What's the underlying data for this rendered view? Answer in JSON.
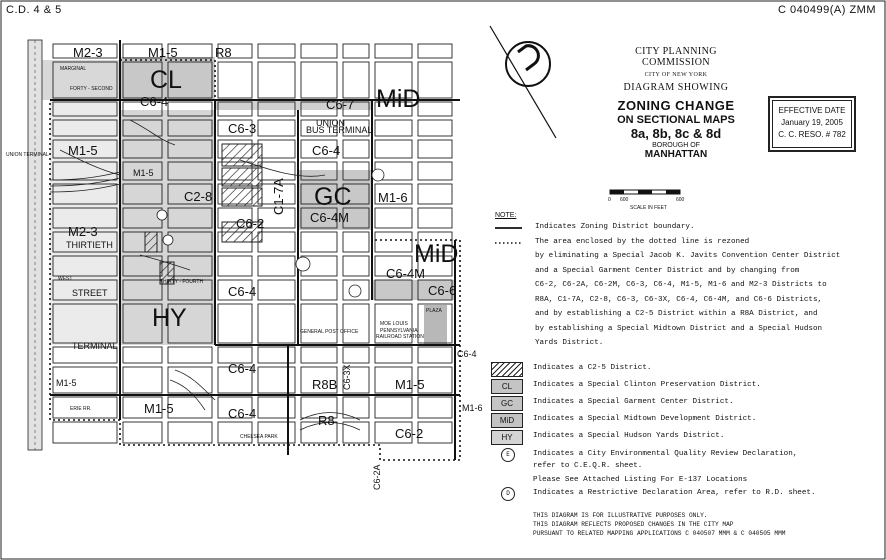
{
  "header": {
    "left": "C.D. 4 & 5",
    "right": "C 040499(A) ZMM"
  },
  "commission": {
    "name": "CITY PLANNING COMMISSION",
    "city": "CITY OF NEW YORK"
  },
  "title": {
    "line1": "DIAGRAM SHOWING",
    "line2": "ZONING CHANGE",
    "line3": "ON SECTIONAL MAPS",
    "line4": "8a, 8b, 8c & 8d",
    "line5": "BOROUGH OF",
    "line6": "MANHATTAN"
  },
  "effective": {
    "label": "EFFECTIVE DATE",
    "date": "January 19, 2005",
    "reso": "C. C. RESO. # 782"
  },
  "scale": {
    "zero": "0",
    "mid": "600",
    "end": "600",
    "caption": "SCALE IN FEET"
  },
  "notes": {
    "label": "NOTE:",
    "boundary": "Indicates Zoning District boundary.",
    "dotted": [
      "The area enclosed by the dotted line is rezoned",
      "by eliminating a Special Jacob K. Javits Convention Center District",
      "and a Special Garment Center District and by changing from",
      "C6-2, C6-2A, C6-2M, C6-3, C6-4, M1-5, M1-6 and M2-3 Districts to",
      "R8A, C1-7A, C2-8, C6-3, C6-3X, C6-4, C6-4M, and C6-6 Districts,",
      "and by establishing a C2-5 District within a R8A District, and",
      "by establishing a Special Midtown District and a Special Hudson",
      "Yards District."
    ]
  },
  "legend": [
    {
      "box": "",
      "hatch": true,
      "text": "Indicates a C2-5 District."
    },
    {
      "box": "CL",
      "fill": "#c4c4c4",
      "text": "Indicates a Special Clinton Preservation District."
    },
    {
      "box": "GC",
      "fill": "#c4c4c4",
      "text": "Indicates a Special Garment Center District."
    },
    {
      "box": "MiD",
      "fill": "#c4c4c4",
      "text": "Indicates a Special Midtown Development District."
    },
    {
      "box": "HY",
      "fill": "#d4d4d4",
      "text": "Indicates a Special Hudson Yards District."
    }
  ],
  "env": {
    "symbol": "E",
    "line1": "Indicates a City Environmental Quality Review Declaration,",
    "line2": "refer to C.E.Q.R. sheet.",
    "line3": "Please See Attached Listing For E-137 Locations"
  },
  "restrictive": {
    "symbol": "D",
    "text": "Indicates a Restrictive Declaration Area, refer to R.D. sheet."
  },
  "footer": [
    "THIS DIAGRAM IS FOR ILLUSTRATIVE PURPOSES ONLY.",
    "THIS DIAGRAM REFLECTS PROPOSED CHANGES IN THE CITY MAP",
    "PURSUANT TO RELATED MAPPING APPLICATIONS C 040507 MMM & C 040505 MMM"
  ],
  "map": {
    "zones": {
      "m2_3a": "M2-3",
      "m1_5a": "M1-5",
      "r8a": "R8",
      "cl": "CL",
      "c6_4a": "C6-4",
      "c6_7": "C6-7",
      "mid1": "MiD",
      "c6_3": "C6-3",
      "union": "UNION",
      "bus": "BUS TERMINAL",
      "c6_4b": "C6-4",
      "m1_5b": "M1-5",
      "m1_5c": "M1-5",
      "c2_8": "C2-8",
      "c1_7a": "C1-7A",
      "gc": "GC",
      "c6_4m": "C6-4M",
      "m1_6a": "M1-6",
      "m2_3b": "M2-3",
      "thirtieth": "THIRTIETH",
      "c6_2": "C6-2",
      "mid2": "MiD",
      "c6_4m2": "C6-4M",
      "c6_6": "C6-6",
      "street": "STREET",
      "hy": "HY",
      "c6_4c": "C6-4",
      "gpo": "GENERAL POST OFFICE",
      "moe": "MOE LOUIS",
      "penn": "PENNSYLVANIA",
      "penn2": "RAILROAD STATION",
      "plaza": "PLAZA",
      "terminal": "TERMINAL",
      "c6_4d": "C6-4",
      "r8b": "R8B",
      "c6_3x": "C6-3X",
      "m1_5d": "M1-5",
      "m1_6b": "M1-6",
      "m1_5e": "M1-5",
      "c6_4e": "C6-4",
      "r8b2": "R8",
      "c6_2b": "C6-2",
      "c6_2a": "C6-2A",
      "m1_5f": "M1-5",
      "erie": "ERIE RR.",
      "chelsea": "CHELSEA PARK",
      "union_terminal": "UNION TERMINAL",
      "marg": "MARGINAL",
      "forty": "FORTY - SECOND",
      "thirty4": "THIRTY - FOURTH",
      "west": "WEST",
      "m1_5g": "M1-5",
      "m1_5h": "M1-5",
      "c6_4f": "C6-4"
    }
  },
  "colors": {
    "shade": "#d0d0d0",
    "shade_dark": "#b8b8b8",
    "line": "#222222"
  }
}
